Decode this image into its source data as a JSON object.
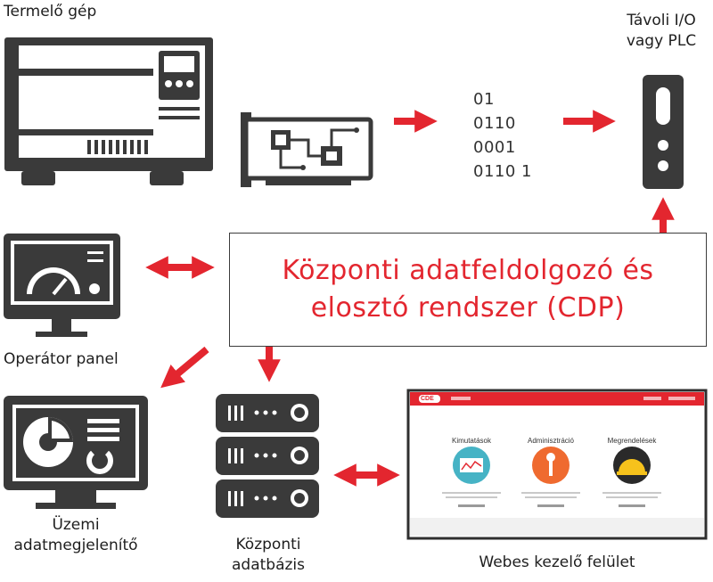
{
  "labels": {
    "termelo_gep": "Termelő gép",
    "tavoli_io_line1": "Távoli I/O",
    "tavoli_io_line2": "vagy PLC",
    "operator_panel": "Operátor panel",
    "uzemi_line1": "Üzemi",
    "uzemi_line2": "adatmegjelenítő",
    "kozponti_adatbazis_line1": "Központi",
    "kozponti_adatbazis_line2": "adatbázis",
    "webes": "Webes kezelő felület"
  },
  "binary": [
    "01",
    "0110",
    "0001",
    "0110 1"
  ],
  "cdp": {
    "line1": "Központi adatfeldolgozó és",
    "line2": "elosztó rendszer (CDP)"
  },
  "webui": {
    "logo": "CDE",
    "cards": [
      "Kimutatások",
      "Adminisztráció",
      "Megrendelések"
    ]
  },
  "colors": {
    "accent": "#e3262f",
    "icon": "#3a3a3a"
  }
}
